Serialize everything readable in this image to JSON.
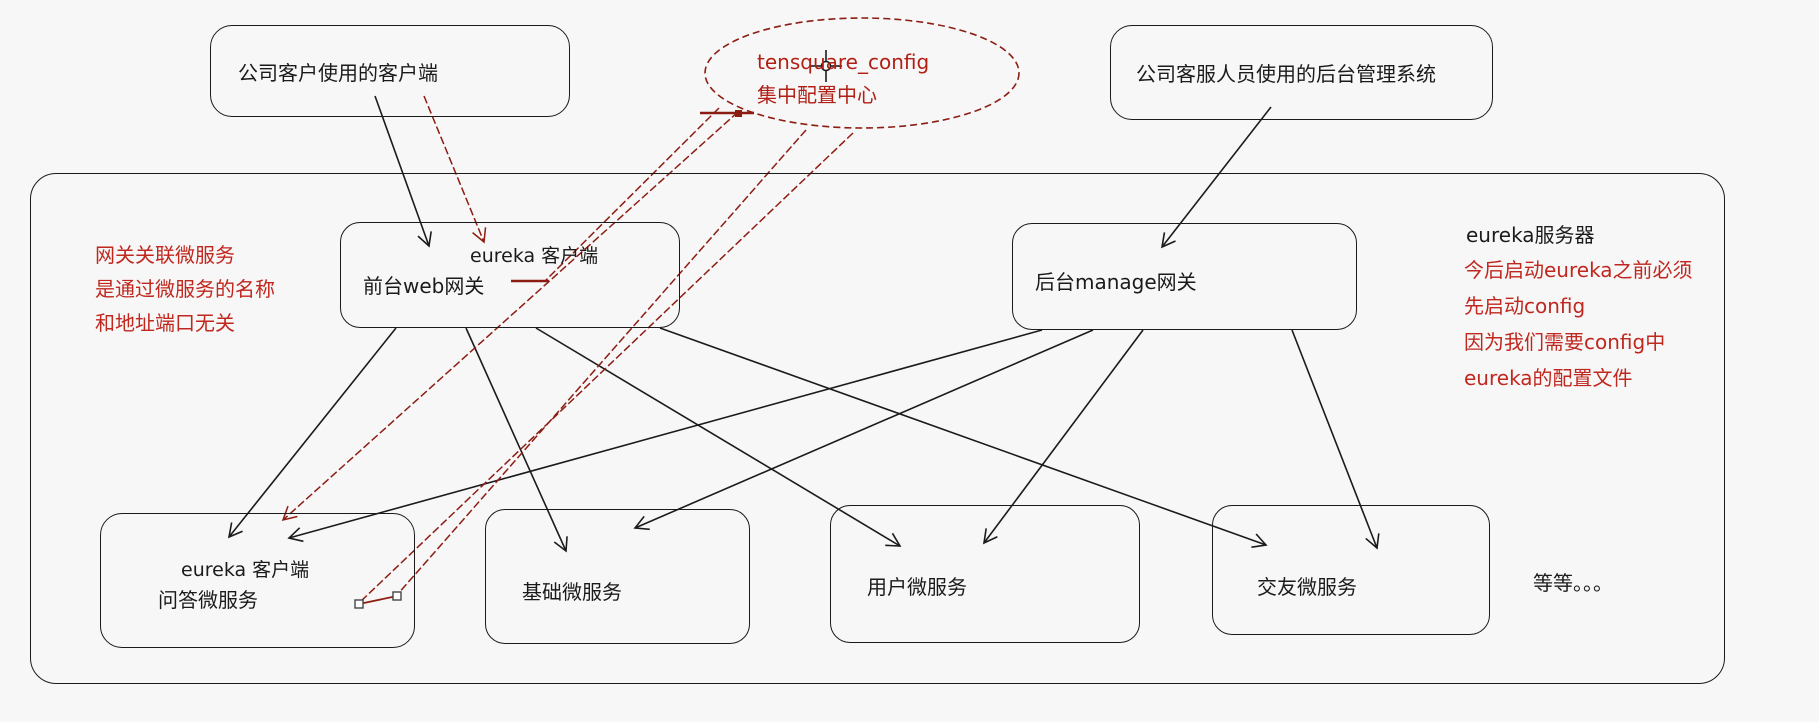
{
  "nodes": {
    "client": {
      "label": "公司客户使用的客户端"
    },
    "config": {
      "name": "tensquare_config",
      "subtitle": "集中配置中心"
    },
    "admin": {
      "label": "公司客服人员使用的后台管理系统"
    },
    "web_gateway": {
      "sublabel": "eureka 客户端",
      "label": "前台web网关"
    },
    "manage_gateway": {
      "label": "后台manage网关"
    },
    "services": [
      {
        "sublabel": "eureka 客户端",
        "label": "问答微服务"
      },
      {
        "label": "基础微服务"
      },
      {
        "label": "用户微服务"
      },
      {
        "label": "交友微服务"
      }
    ],
    "etc": "等等。。。"
  },
  "annotations": {
    "gateway_note": {
      "lines": [
        "网关关联微服务",
        "是通过微服务的名称",
        "和地址端口无关"
      ]
    },
    "eureka_note": {
      "title": "eureka服务器",
      "lines": [
        "今后启动eureka之前必须",
        "先启动config",
        "因为我们需要config中",
        "eureka的配置文件"
      ]
    }
  },
  "colors": {
    "background": "#f7f7f7",
    "black_line": "#1b1b1b",
    "red_line": "#8c1d12",
    "red_text": "#c0281f"
  }
}
